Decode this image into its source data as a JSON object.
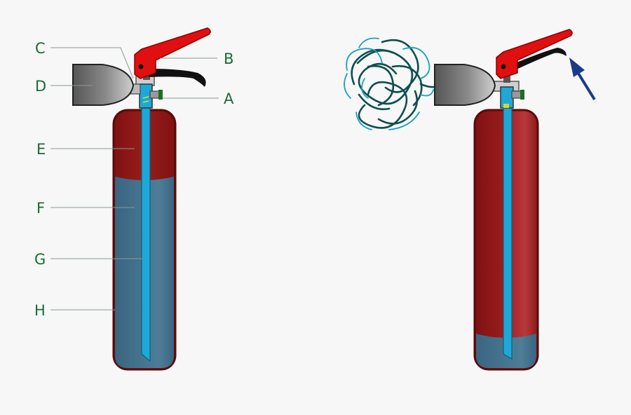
{
  "labels": {
    "a": "A",
    "b": "B",
    "c": "C",
    "d": "D",
    "e": "E",
    "f": "F",
    "g": "G",
    "h": "H"
  },
  "colors": {
    "label_text": "#1a6b34",
    "leader_line": "#8a9a90",
    "cylinder_red": "#8b1a1a",
    "cylinder_outline": "#5a0a0a",
    "liquid_blue": "#3f6a85",
    "siphon_tube": "#1ea8d8",
    "lever_red": "#e01010",
    "handle_black": "#111111",
    "horn_grey": "#777777",
    "pin_green": "#1f6b2a",
    "spray_teal": "#0e4f4f",
    "spray_cyan": "#1aa0c0",
    "arrow_blue": "#1a3a8a"
  },
  "icons": {
    "arrow": "arrow-up-left-icon",
    "spray": "spray-cloud-icon"
  }
}
